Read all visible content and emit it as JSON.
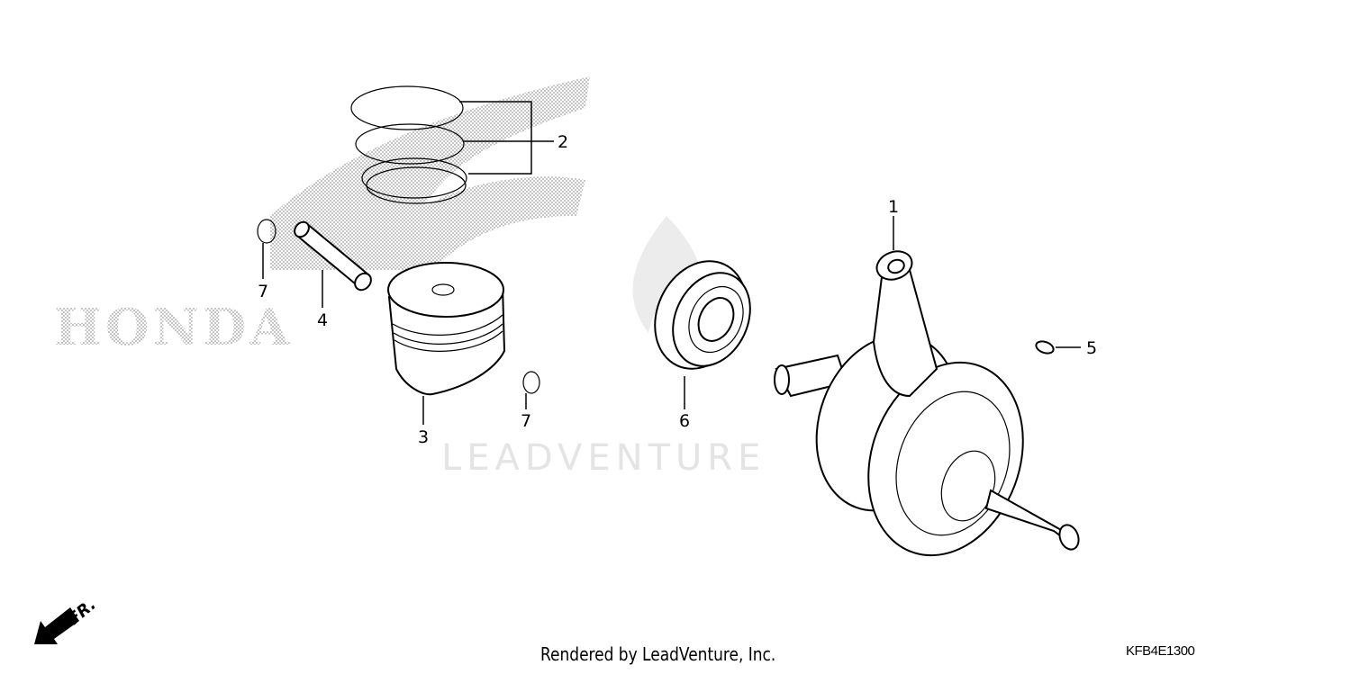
{
  "watermark": {
    "text": "LEADVENTURE",
    "logo_text": "HONDA"
  },
  "callouts": [
    {
      "label": "1",
      "part": "crankshaft"
    },
    {
      "label": "2",
      "part": "piston-rings"
    },
    {
      "label": "3",
      "part": "piston"
    },
    {
      "label": "4",
      "part": "piston-pin"
    },
    {
      "label": "5",
      "part": "woodruff-key"
    },
    {
      "label": "6",
      "part": "bearing"
    },
    {
      "label": "7",
      "part": "pin-clip-left"
    },
    {
      "label": "7",
      "part": "pin-clip-right"
    }
  ],
  "direction_indicator": {
    "label": "FR."
  },
  "footer": {
    "credit": "Rendered by LeadVenture, Inc.",
    "diagram_code": "KFB4E1300"
  }
}
